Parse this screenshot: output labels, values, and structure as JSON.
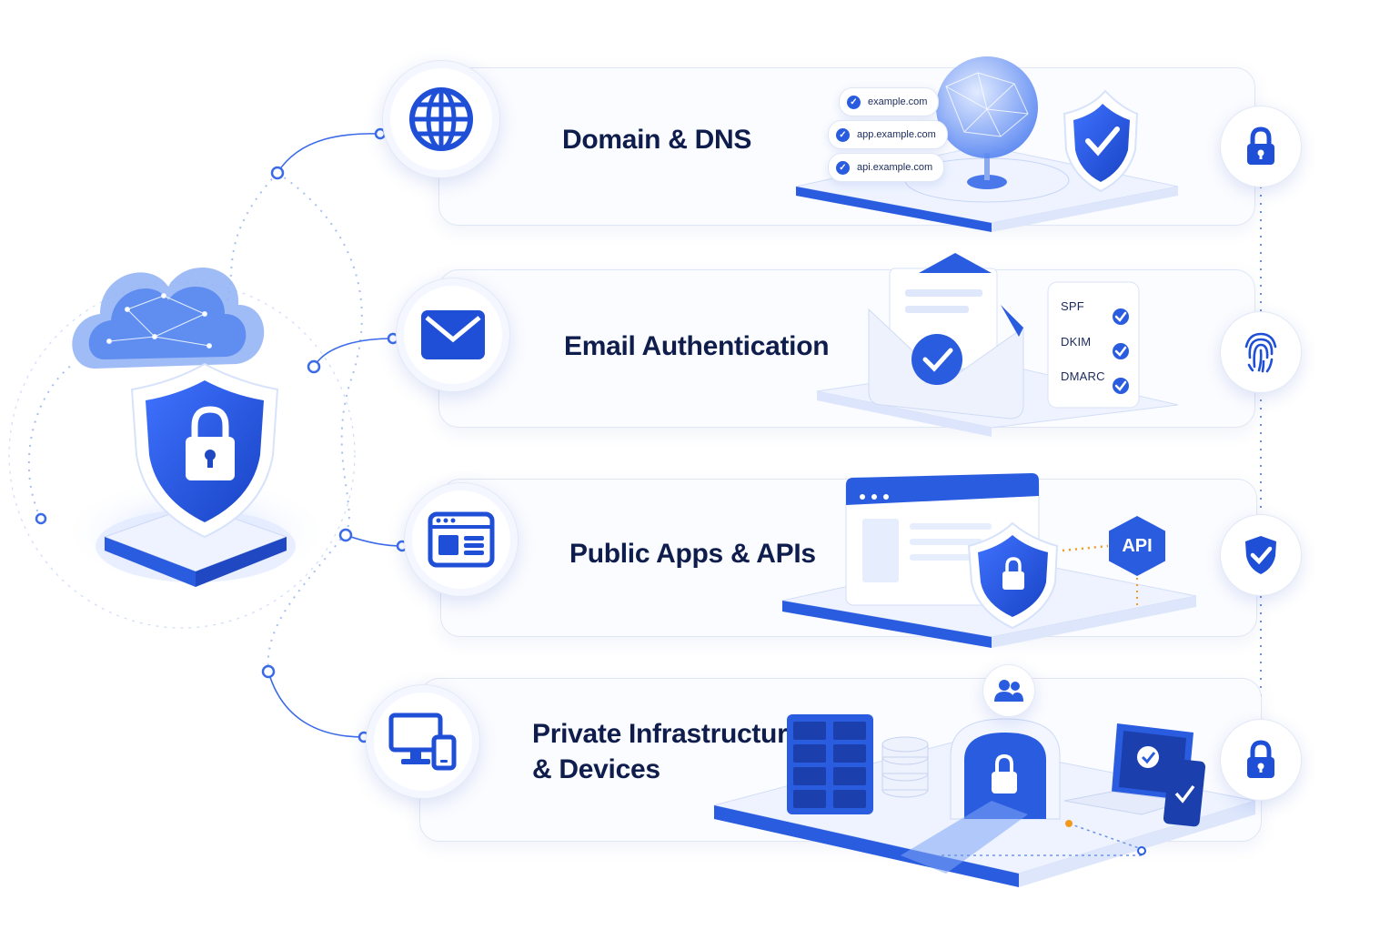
{
  "rows": [
    {
      "title": "Domain & DNS"
    },
    {
      "title": "Email Authentication"
    },
    {
      "title": "Public Apps & APIs"
    },
    {
      "title_line1": "Private Infrastructure",
      "title_line2": "& Devices"
    }
  ],
  "dns_domains": [
    "example.com",
    "app.example.com",
    "api.example.com"
  ],
  "email_records": [
    "SPF",
    "DKIM",
    "DMARC"
  ],
  "api_label": "API",
  "icons": {
    "hub": "shield-lock-icon",
    "cloud": "cloud-network-icon",
    "row1": "globe-icon",
    "row2": "envelope-icon",
    "row3": "browser-window-icon",
    "row4": "monitor-phone-icon",
    "side": [
      "padlock-icon",
      "fingerprint-icon",
      "shield-check-icon",
      "padlock-icon"
    ]
  },
  "colors": {
    "primary": "#2a5ce0",
    "accent": "#f0a020",
    "text": "#0f1d4d"
  }
}
